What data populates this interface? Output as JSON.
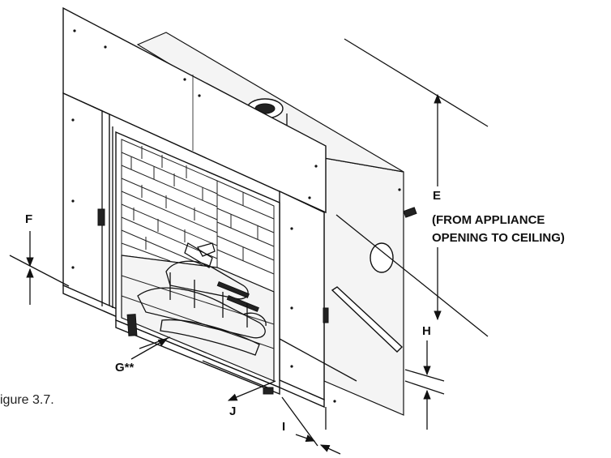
{
  "figure": {
    "caption": "igure 3.7.",
    "labels": {
      "E": "E",
      "E_note_1": "(FROM APPLIANCE",
      "E_note_2": "OPENING TO CEILING)",
      "F": "F",
      "G": "G**",
      "H": "H",
      "I": "I",
      "J": "J"
    }
  }
}
